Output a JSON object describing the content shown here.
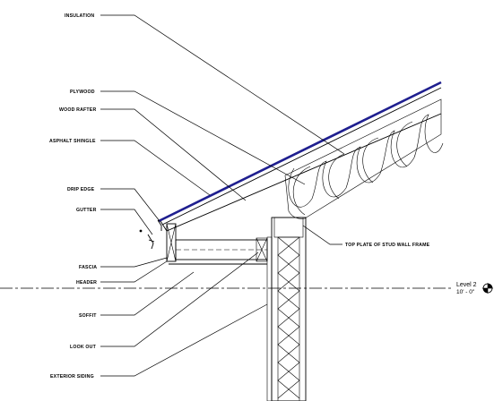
{
  "labels": {
    "insulation": "INSULATION",
    "plywood": "PLYWOOD",
    "wood_rafter": "WOOD RAFTER",
    "asphalt_shingle": "ASPHALT SHINGLE",
    "drip_edge": "DRIP EDGE",
    "gutter": "GUTTER",
    "fascia": "FASCIA",
    "header": "HEADER",
    "soffit": "SOFFIT",
    "look_out": "LOOK OUT",
    "exterior_siding": "EXTERIOR SIDING",
    "top_plate": "TOP PLATE OF STUD WALL FRAME"
  },
  "level": {
    "name": "Level 2",
    "elevation": "10' - 0\""
  },
  "colors": {
    "shingle": "#1f1f8f",
    "line": "#000000"
  }
}
